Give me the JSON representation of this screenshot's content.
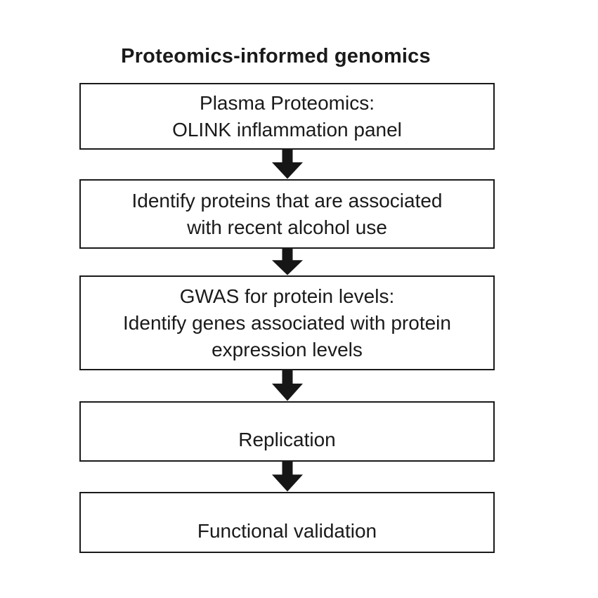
{
  "title": "Proteomics-informed genomics",
  "flowchart": {
    "steps": [
      {
        "id": "plasma-proteomics",
        "lines": [
          "Plasma Proteomics:",
          "OLINK inflammation panel"
        ]
      },
      {
        "id": "identify-proteins",
        "lines": [
          "Identify proteins that are associated",
          "with recent alcohol use"
        ]
      },
      {
        "id": "gwas-protein-levels",
        "lines": [
          "GWAS for protein levels:",
          "Identify genes associated with protein",
          "expression levels"
        ]
      },
      {
        "id": "replication",
        "lines": [
          "Replication"
        ]
      },
      {
        "id": "functional-validation",
        "lines": [
          "Functional validation"
        ]
      }
    ]
  },
  "colors": {
    "background": "#ffffff",
    "box_border": "#1a1a1a",
    "text": "#1a1a1a",
    "arrow": "#161616"
  }
}
